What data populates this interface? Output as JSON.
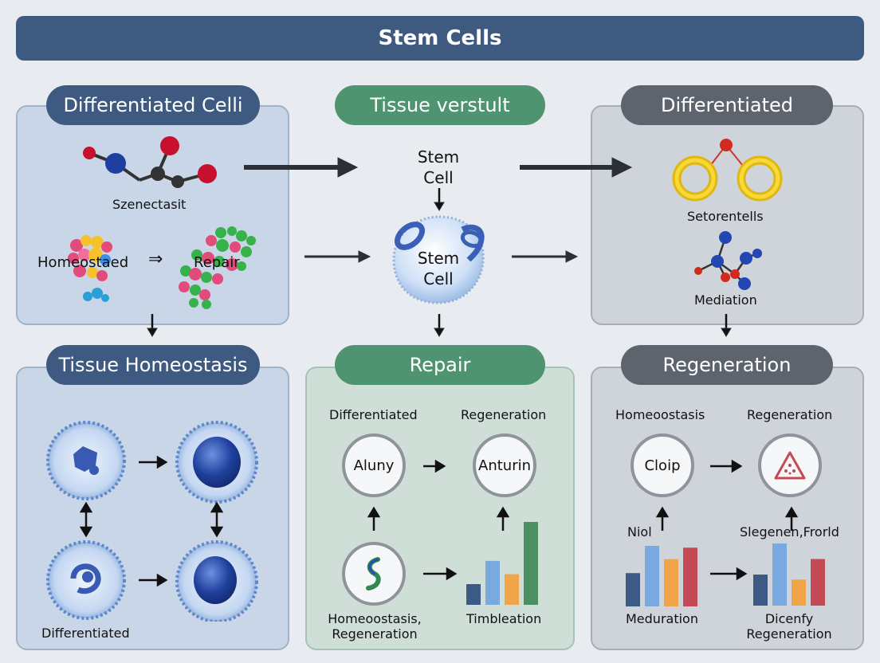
{
  "title": "Stem Cells",
  "panels": {
    "top_left": {
      "heading": "Differentiated Celli",
      "molecule_label": "Szenectasit",
      "homeostasis_label": "Homeostaed",
      "arrow_glyph": "⇒",
      "repair_label": "Repair"
    },
    "top_center": {
      "heading": "Tissue verstult",
      "stem_label_line1": "Stem",
      "stem_label_line2": "Cell",
      "cell_label_line1": "Stem",
      "cell_label_line2": "Cell"
    },
    "top_right": {
      "heading": "Differentiated",
      "rings_label": "Setorentells",
      "molecule_label": "Mediation"
    },
    "bottom_left": {
      "heading": "Tissue Homeostasis",
      "footer_label": "Differentiated"
    },
    "bottom_center": {
      "heading": "Repair",
      "col1_label": "Differentiated",
      "col2_label": "Regeneration",
      "circle1_text": "Aluny",
      "circle2_text": "Anturin",
      "bottom_left_label_line1": "Homeoostasis,",
      "bottom_left_label_line2": "Regeneration",
      "bottom_right_label": "Timbleation",
      "bars": [
        {
          "value": 25,
          "color": "#3c5a84"
        },
        {
          "value": 53,
          "color": "#7aa9e0"
        },
        {
          "value": 37,
          "color": "#f0a54a"
        },
        {
          "value": 100,
          "color": "#4b8f63"
        }
      ]
    },
    "bottom_right": {
      "heading": "Regeneration",
      "col1_label": "Homeoostasis",
      "col2_label": "Regeneration",
      "circle1_text": "Cloip",
      "side_label1": "Niol",
      "side_label2": "Slegenen,Frorld",
      "bottom_left_label": "Meduration",
      "bottom_right_label_line1": "Dicenfy",
      "bottom_right_label_line2": "Regeneration",
      "bars_left": [
        {
          "value": 55,
          "color": "#3c5a84"
        },
        {
          "value": 100,
          "color": "#7aa9e0"
        },
        {
          "value": 78,
          "color": "#f0a54a"
        },
        {
          "value": 97,
          "color": "#c44a55"
        }
      ],
      "bars_right": [
        {
          "value": 50,
          "color": "#3c5a84"
        },
        {
          "value": 100,
          "color": "#7aa9e0"
        },
        {
          "value": 42,
          "color": "#f0a54a"
        },
        {
          "value": 75,
          "color": "#c44a55"
        }
      ]
    }
  },
  "colors": {
    "navy": "#3e5a80",
    "green": "#4f9470",
    "slate": "#5e646e",
    "arrow": "#2b2f36"
  }
}
